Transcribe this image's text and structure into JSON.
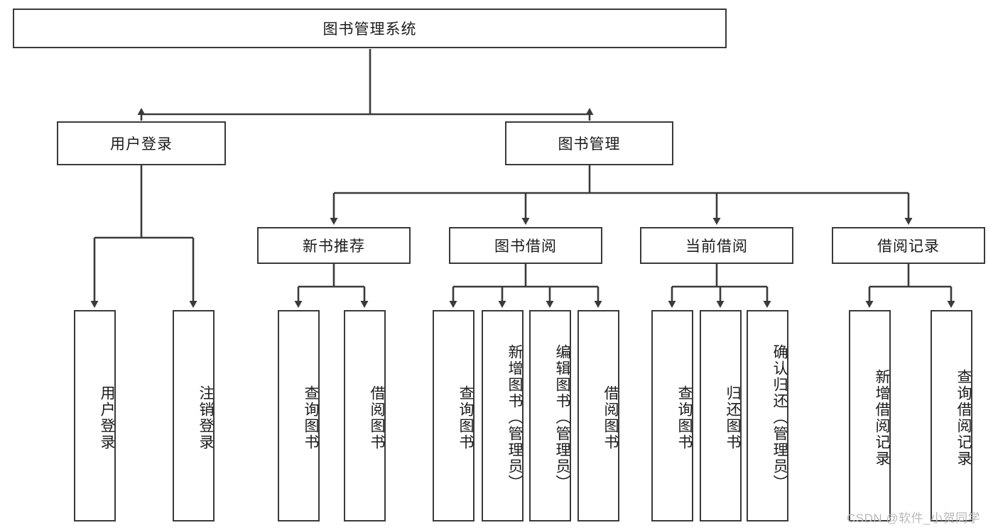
{
  "diagram": {
    "title": "图书管理系统",
    "type": "tree-hierarchy-chart",
    "root": {
      "label": "图书管理系统"
    },
    "level2": [
      {
        "label": "用户登录"
      },
      {
        "label": "图书管理"
      }
    ],
    "level3": [
      {
        "label": "新书推荐"
      },
      {
        "label": "图书借阅"
      },
      {
        "label": "当前借阅"
      },
      {
        "label": "借阅记录"
      }
    ],
    "leaves": [
      {
        "label": "用户登录"
      },
      {
        "label": "注销登录"
      },
      {
        "label": "查询图书"
      },
      {
        "label": "借阅图书"
      },
      {
        "label": "查询图书"
      },
      {
        "label": "新增图书（管理员）"
      },
      {
        "label": "编辑图书（管理员）"
      },
      {
        "label": "借阅图书"
      },
      {
        "label": "查询图书"
      },
      {
        "label": "归还图书"
      },
      {
        "label": "确认归还（管理员）"
      },
      {
        "label": "新增借阅记录"
      },
      {
        "label": "查询借阅记录"
      }
    ],
    "watermark": "CSDN @软件_小贺同学",
    "colors": {
      "stroke": "#3a3a3a",
      "fill": "#ffffff",
      "text": "#1b1b1b",
      "watermark": "#b9b9b9"
    }
  }
}
